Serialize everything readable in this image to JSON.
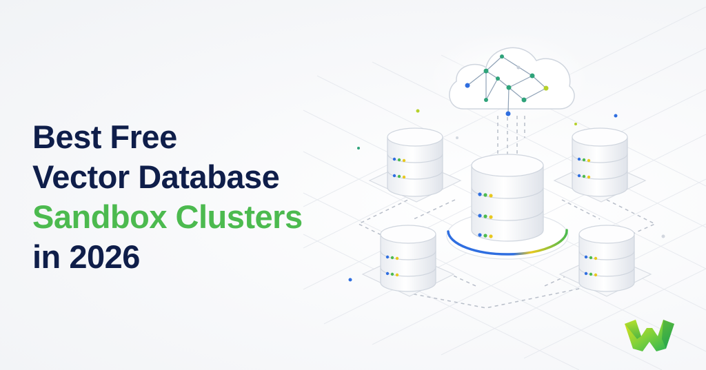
{
  "headline": {
    "line1": "Best Free",
    "line2": "Vector Database",
    "line3": "Sandbox Clusters",
    "line4": "in 2026"
  },
  "colors": {
    "navy": "#0f1e4a",
    "green": "#4cba4f",
    "blue_accent": "#2f6ee0",
    "yellow_accent": "#e8c81f",
    "teal_dot": "#2fa37a"
  },
  "icons": {
    "cloud": "cloud-network-icon",
    "database": "database-server-icon",
    "logo": "w-brand-logo"
  }
}
